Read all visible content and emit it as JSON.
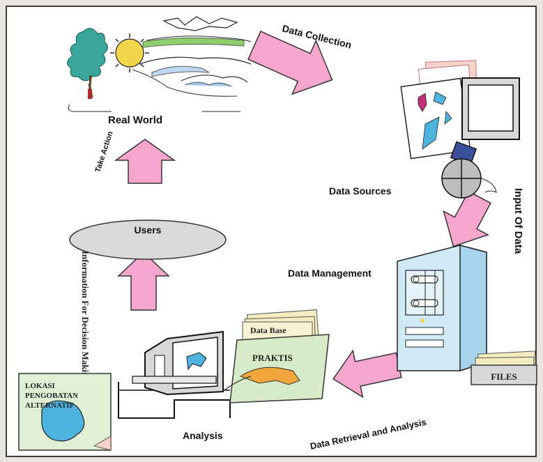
{
  "labels": {
    "data_collection": "Data Collection",
    "real_world": "Real World",
    "take_action": "Take Action",
    "data_sources": "Data Sources",
    "input_of_data": "Input Of Data",
    "users": "Users",
    "information_for_decision_making": "Information For Decision Making",
    "data_management": "Data Management",
    "data_base": "Data Base",
    "praktis": "PRAKTIS",
    "files": "FILES",
    "lokasi_line1": "LOKASI",
    "lokasi_line2": "PENGOBATAN",
    "lokasi_line3": "ALTERNATIF",
    "analysis": "Analysis",
    "data_retrieval_and_analysis": "Data Retrieval and Analysis"
  },
  "colors": {
    "arrow_fill": "#f4a6cf",
    "arrow_stroke": "#333333",
    "ellipse_fill": "#d9d9d9",
    "computer_fill": "#cfe9f5",
    "map_fill": "#4fb3e0",
    "sun_fill": "#f2d64b",
    "tree_fill": "#3aa59a",
    "paper_fill": "#f4ecc0",
    "praktis_fill": "#d8ebc8"
  },
  "icons": [
    "landscape-icon",
    "monitor-icon",
    "globe-icon",
    "computer-tower-icon",
    "workstation-icon"
  ]
}
